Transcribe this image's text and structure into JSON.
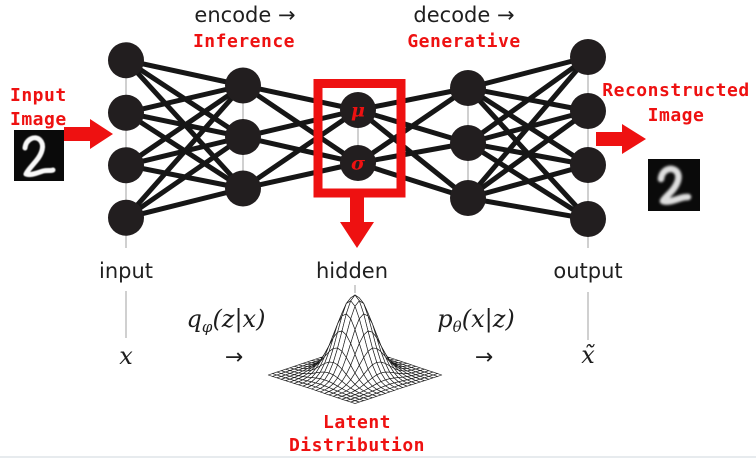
{
  "colors": {
    "red": "#ee1111",
    "node": "#221e1f",
    "edge": "#161616",
    "muted_line": "#c4c4c4",
    "label": "#1f1f1f"
  },
  "header": {
    "encode": "encode →",
    "encode_type": "Inference",
    "decode": "decode →",
    "decode_type": "Generative"
  },
  "network": {
    "layers": [
      {
        "name": "input",
        "nodes": 4
      },
      {
        "name": "encoder-hidden",
        "nodes": 3
      },
      {
        "name": "bottleneck",
        "nodes": 2,
        "node_labels": [
          "μ",
          "σ"
        ]
      },
      {
        "name": "decoder-hidden",
        "nodes": 3
      },
      {
        "name": "output",
        "nodes": 4
      }
    ]
  },
  "column_labels": {
    "input": "input",
    "hidden": "hidden",
    "output": "output"
  },
  "side_labels": {
    "input_image": [
      "Input",
      "Image"
    ],
    "reconstructed_image": [
      "Reconstructed",
      "Image"
    ]
  },
  "latent_label": [
    "Latent",
    "Distribution"
  ],
  "math": {
    "x": "x",
    "x_tilde": "x̃",
    "encoder_dist": {
      "base": "q",
      "sub": "φ",
      "args": "(z|x)"
    },
    "decoder_dist": {
      "base": "p",
      "sub": "θ",
      "args": "(x|z)"
    },
    "arrow": "→"
  }
}
